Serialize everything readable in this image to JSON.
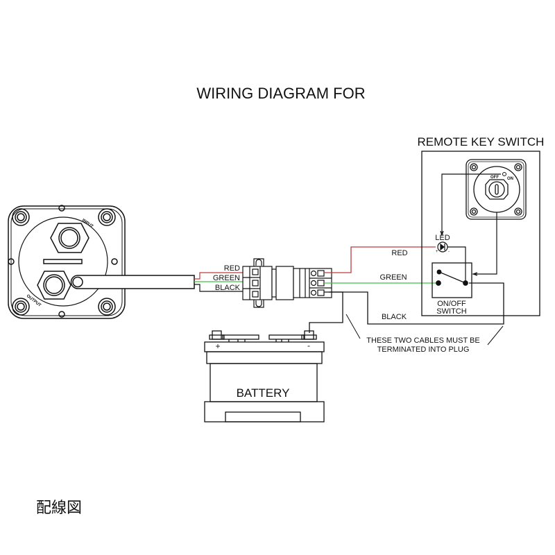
{
  "title": "WIRING DIAGRAM FOR",
  "remote_key_switch": {
    "title": "REMOTE KEY SWITCH",
    "off_label": "OFF",
    "on_label": "ON",
    "led_label": "LED",
    "led_plus": "+",
    "led_minus": "-",
    "switch_label_line1": "ON/OFF",
    "switch_label_line2": "SWITCH"
  },
  "battery_switch": {
    "input_label": "INPUT",
    "output_label": "OUTPUT"
  },
  "connector_labels": {
    "red": "RED",
    "green": "GREEN",
    "black": "BLACK"
  },
  "wires": [
    {
      "name": "RED",
      "color": "#c0393b"
    },
    {
      "name": "GREEN",
      "color": "#3fc23f"
    },
    {
      "name": "BLACK",
      "color": "#111111"
    }
  ],
  "battery": {
    "label": "BATTERY",
    "plus": "+",
    "minus": "-"
  },
  "note": {
    "line1": "THESE TWO CABLES MUST BE",
    "line2": "TERMINATED INTO PLUG"
  },
  "footer_jp": "配線図"
}
